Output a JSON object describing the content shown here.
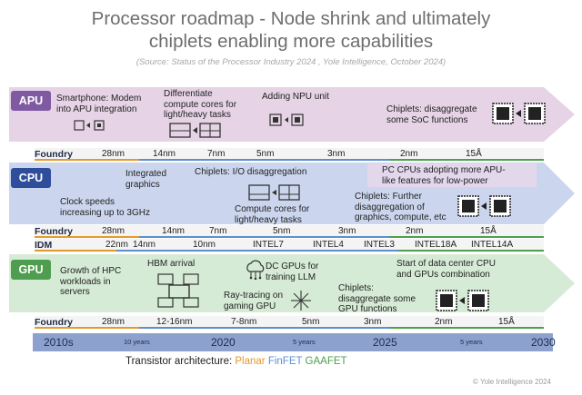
{
  "title_line1": "Processor roadmap - Node shrink and ultimately",
  "title_line2": "chiplets enabling more capabilities",
  "source": "(Source: Status of the Processor Industry 2024 , Yole Intelligence, October 2024)",
  "colors": {
    "apu_band": "#e6d4e6",
    "apu_label": "#7f5aa2",
    "cpu_band": "#cbd6ee",
    "cpu_label": "#2e4d9a",
    "gpu_band": "#d6ebd6",
    "gpu_label": "#4f9e4f",
    "year_bar": "#8da1cf",
    "planar": "#e39a2c",
    "finfet": "#5c8fcf",
    "gaafet": "#4f9e4f"
  },
  "apu": {
    "label": "APU",
    "t1": "Smartphone: Modem\ninto APU integration",
    "t2": "Differentiate\ncompute cores for\nlight/heavy tasks",
    "t3": "Adding NPU unit",
    "t4": "Chiplets: disaggregate\nsome SoC functions",
    "timeline_label": "Foundry",
    "nodes": [
      "28nm",
      "14nm",
      "7nm",
      "5nm",
      "3nm",
      "2nm",
      "15Å"
    ]
  },
  "cpu": {
    "label": "CPU",
    "t1": "Integrated\ngraphics",
    "t2": "Chiplets: I/O disaggregation",
    "t3": "PC CPUs adopting more APU-\nlike features for low-power",
    "t4": "Clock speeds\nincreasing up to 3GHz",
    "t5": "Compute cores for\nlight/heavy tasks",
    "t6": "Chiplets: Further\ndisaggregation of\ngraphics, compute, etc",
    "timeline_label": "Foundry",
    "nodes": [
      "28nm",
      "14nm",
      "7nm",
      "5nm",
      "3nm",
      "2nm",
      "15Å"
    ],
    "idm_label": "IDM",
    "idm_nodes": [
      "22nm",
      "14nm",
      "10nm",
      "INTEL7",
      "INTEL4",
      "INTEL3",
      "INTEL18A",
      "INTEL14A"
    ]
  },
  "gpu": {
    "label": "GPU",
    "t1": "Growth of HPC\nworkloads in\nservers",
    "t2": "HBM arrival",
    "t3": "DC GPUs for\ntraining LLM",
    "t4": "Start of data center CPU\nand GPUs combination",
    "t5": "Ray-tracing on\ngaming GPU",
    "t6": "Chiplets:\ndisaggregate some\nGPU functions",
    "timeline_label": "Foundry",
    "nodes": [
      "28nm",
      "12-16nm",
      "7-8nm",
      "5nm",
      "3nm",
      "2nm",
      "15Å"
    ]
  },
  "years": [
    "2010s",
    "2020",
    "2025",
    "2030"
  ],
  "year_gaps": [
    "10 years",
    "5 years",
    "5 years"
  ],
  "transistor_label": "Transistor architecture:",
  "transistor_types": [
    "Planar",
    "FinFET",
    "GAAFET"
  ],
  "copyright": "© Yole Intelligence 2024"
}
